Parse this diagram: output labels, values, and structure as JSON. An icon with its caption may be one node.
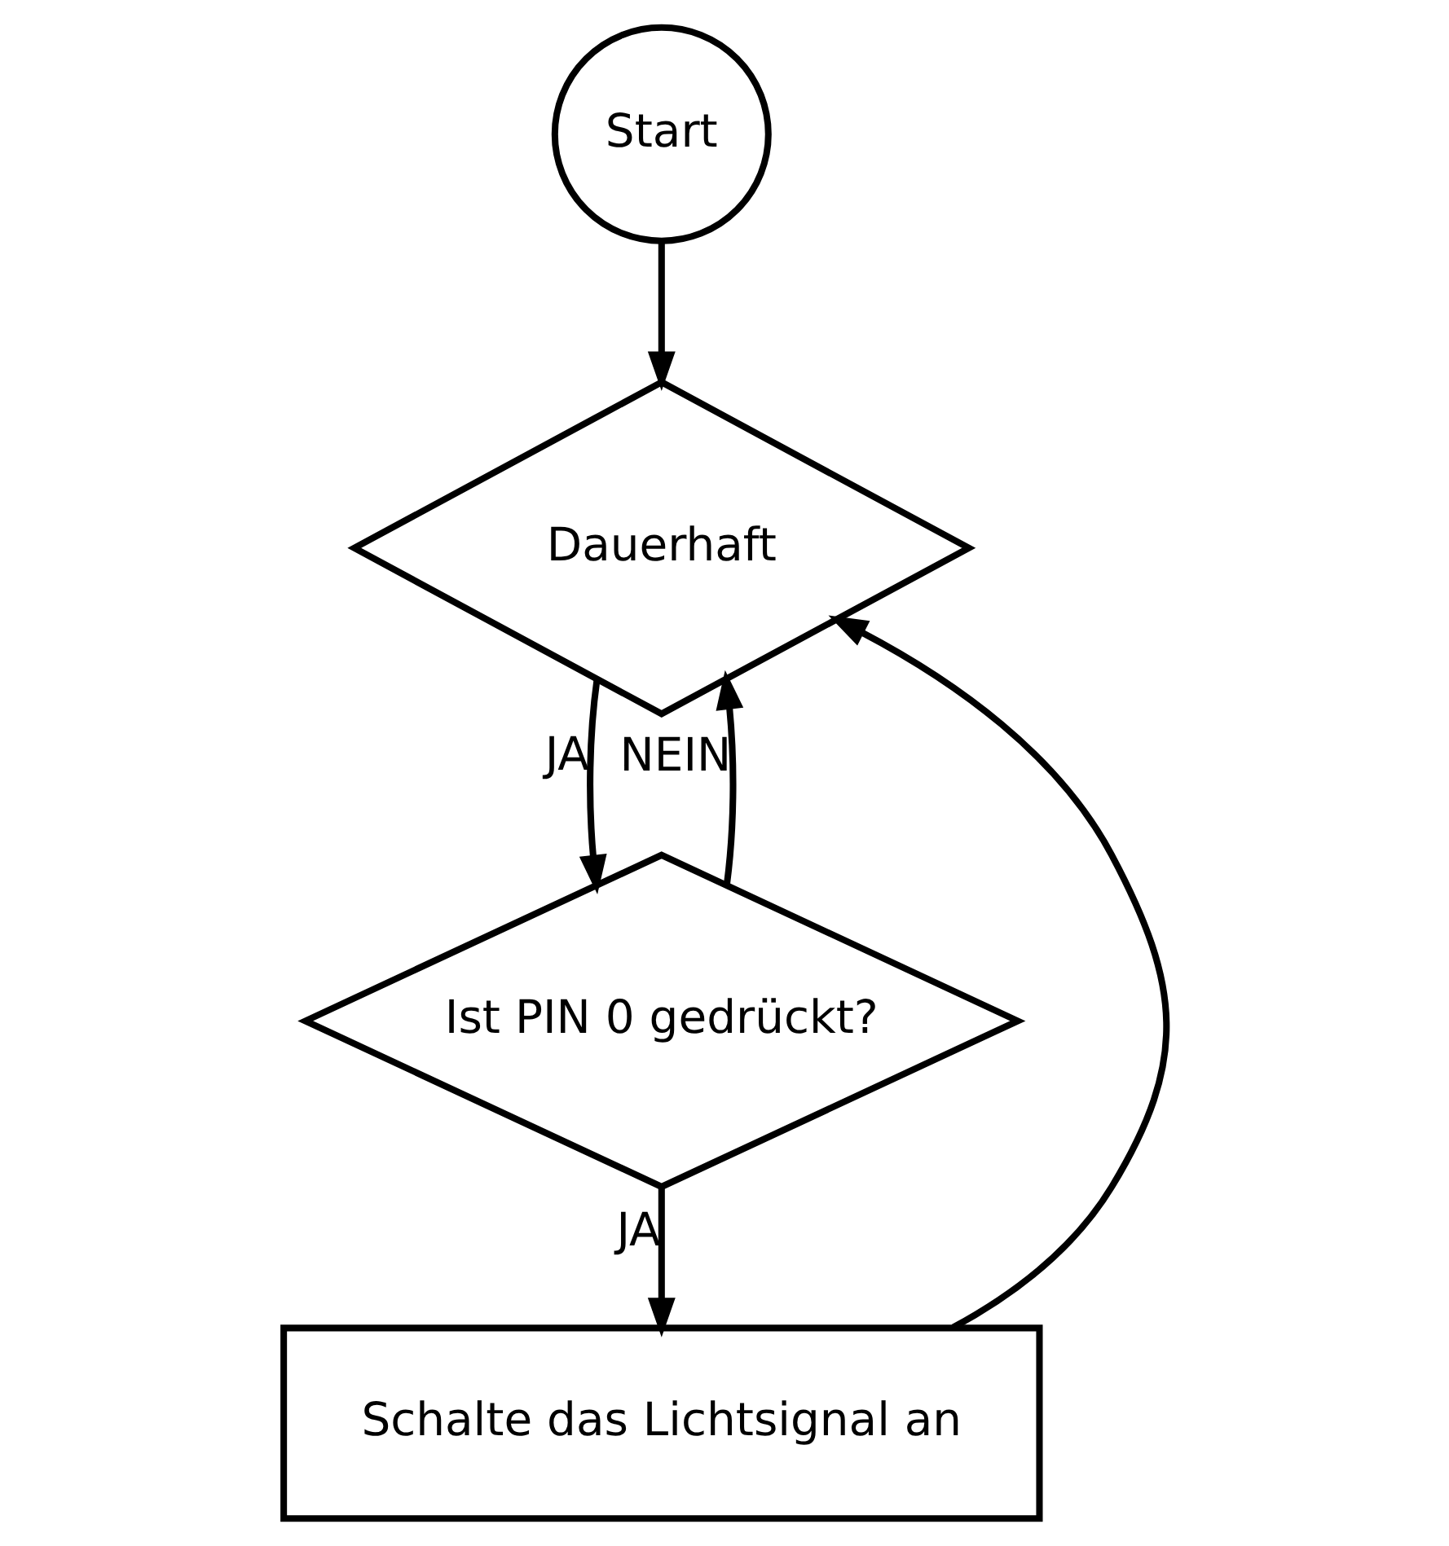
{
  "diagram": {
    "nodes": [
      {
        "text": [
          "Start"
        ]
      },
      {
        "text": [
          "Dauerhaft"
        ]
      },
      {
        "text": [
          "Ist PIN 0 gedrückt?"
        ]
      },
      {
        "text": [
          "Schalte das Lichtsignal an"
        ]
      }
    ],
    "edges": [
      {
        "from": 0,
        "to": 1,
        "arrow": "to"
      },
      {
        "from": 1,
        "to": 2,
        "arrow": "to",
        "label": "JA"
      },
      {
        "from": 2,
        "to": 3,
        "arrow": "to",
        "label": "JA"
      },
      {
        "from": 2,
        "to": 1,
        "arrow": "to",
        "label": "NEIN"
      },
      {
        "from": 3,
        "to": 1,
        "arrow": "to"
      }
    ]
  }
}
